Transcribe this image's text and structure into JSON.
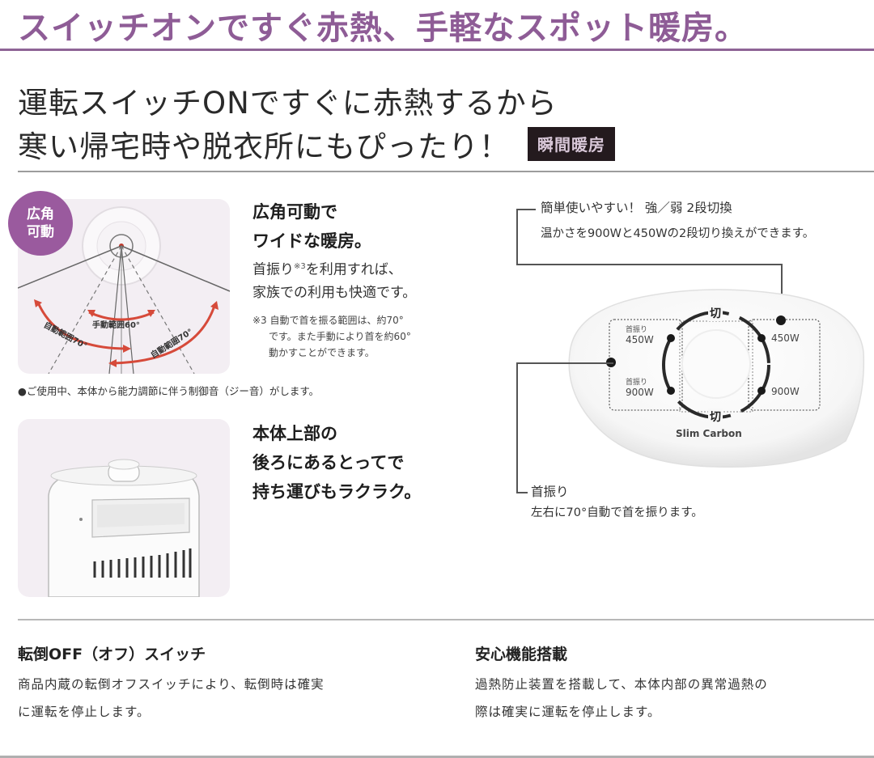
{
  "header": {
    "title": "スイッチオンですぐ赤熱、手軽なスポット暖房。",
    "accent_color": "#8e5c96"
  },
  "lead": {
    "line1": "運転スイッチONですぐに赤熱するから",
    "line2": "寒い帰宅時や脱衣所にもぴったり！",
    "tag": "瞬間暖房"
  },
  "wide_angle": {
    "badge_line1": "広角",
    "badge_line2": "可動",
    "diagram_labels": {
      "manual": "手動範囲60°",
      "auto_left": "自動範囲70°",
      "auto_right": "自動範囲70°"
    },
    "title_line1": "広角可動で",
    "title_line2": "ワイドな暖房。",
    "body_line1_a": "首振り",
    "body_line1_sup": "※3",
    "body_line1_b": "を利用すれば、",
    "body_line2": "家族での利用も快適です。",
    "note_line1": "※3 自動で首を振る範囲は、約70°",
    "note_line2": "です。また手動により首を約60°",
    "note_line3": "動かすことができます。"
  },
  "notice": "●ご使用中、本体から能力調節に伴う制御音（ジー音）がします。",
  "handle": {
    "title_line1": "本体上部の",
    "title_line2": "後ろにあるとってで",
    "title_line3": "持ち運びもラクラク。"
  },
  "dial": {
    "callout_top_title": "簡単使いやすい！ 強／弱 2段切換",
    "callout_top_body": "温かさを900Wと450Wの2段切り換えができます。",
    "callout_bottom_title": "首振り",
    "callout_bottom_body": "左右に70°自動で首を振ります。",
    "off_top": "切",
    "off_bottom": "切",
    "left_upper_label": "首振り",
    "left_upper_watt": "450W",
    "left_lower_label": "首振り",
    "left_lower_watt": "900W",
    "right_upper_watt": "450W",
    "right_lower_watt": "900W",
    "brand": "Slim Carbon"
  },
  "tip_over": {
    "title": "転倒OFF（オフ）スイッチ",
    "body_line1": "商品内蔵の転倒オフスイッチにより、転倒時は確実",
    "body_line2": "に運転を停止します。"
  },
  "safety": {
    "title": "安心機能搭載",
    "body_line1": "過熱防止装置を搭載して、本体内部の異常過熱の",
    "body_line2": "際は確実に運転を停止します。"
  }
}
